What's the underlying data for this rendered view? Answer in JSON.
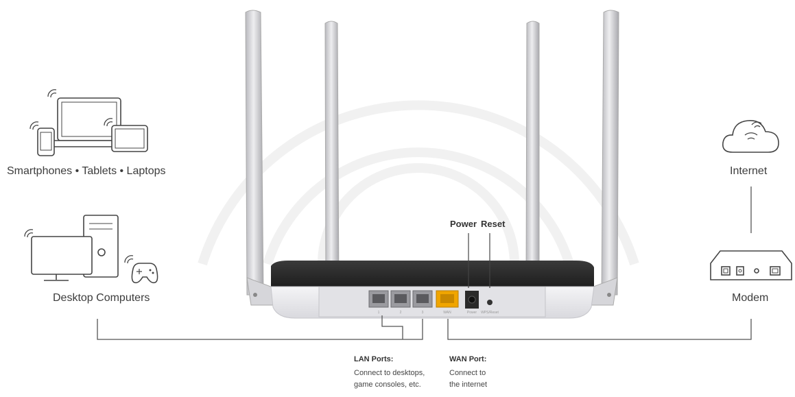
{
  "devices": {
    "mobile_label": "Smartphones • Tablets • Laptops",
    "desktop_label": "Desktop Computers",
    "internet_label": "Internet",
    "modem_label": "Modem"
  },
  "router": {
    "power_label": "Power",
    "reset_label": "Reset",
    "port_marks": [
      "1",
      "2",
      "3",
      "WAN",
      "Power",
      "WPS/Reset"
    ]
  },
  "captions": {
    "lan_title": "LAN Ports:",
    "lan_lines": [
      "Connect to desktops,",
      "game consoles, etc."
    ],
    "wan_title": "WAN Port:",
    "wan_lines": [
      "Connect to",
      "the internet"
    ]
  },
  "colors": {
    "router_top": "#2b2b2b",
    "router_body": "#e9e9ec",
    "antenna": "#cfcfd3",
    "wan_port": "#f0a500",
    "line": "#555555"
  }
}
